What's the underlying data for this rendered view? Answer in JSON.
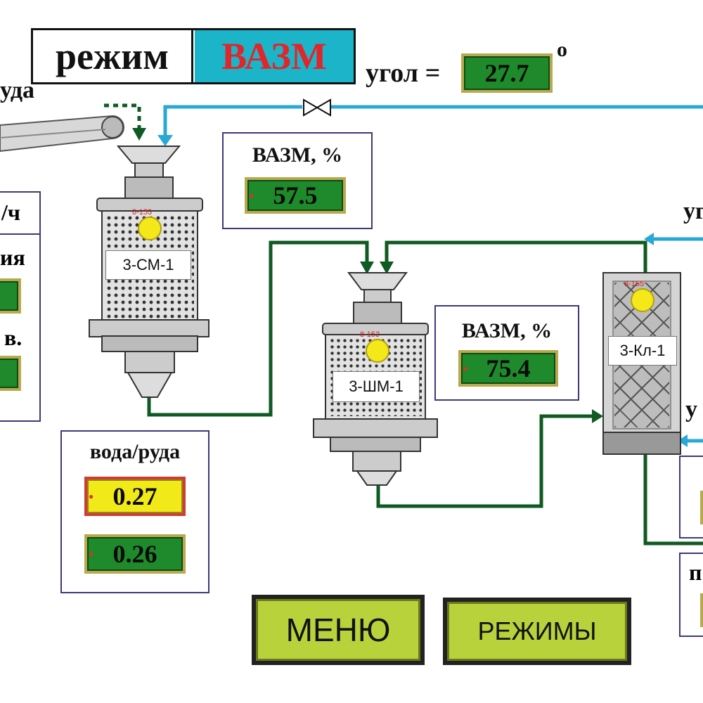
{
  "mode": {
    "label": "режим",
    "value": "ВАЗМ"
  },
  "angle": {
    "label": "угол =",
    "value": "27.7",
    "unit": "о"
  },
  "ore_label": "уда",
  "left_panel": {
    "header": "/ч",
    "row1": "ия",
    "row2": "в."
  },
  "mill1_panel": {
    "title": "ВАЗМ, %",
    "value": "57.5"
  },
  "mill2_panel": {
    "title": "ВАЗМ, %",
    "value": "75.4"
  },
  "water_ore_panel": {
    "title": "вода/руда",
    "setpoint": "0.27",
    "actual": "0.26"
  },
  "equipment": {
    "mill1": "3-СМ-1",
    "mill2": "3-ШМ-1",
    "classifier": "3-Кл-1"
  },
  "right_edge": {
    "label_top": "уг",
    "label_mid": "у",
    "label_bottom": "п"
  },
  "buttons": {
    "menu": "МЕНЮ",
    "modes": "РЕЖИМЫ"
  },
  "colors": {
    "flow_green": "#0f5a22",
    "water_blue": "#29a8d6",
    "value_green": "#1e8a2c",
    "setpoint_yellow": "#f2ea18",
    "mode_cyan": "#1cb4c9"
  }
}
